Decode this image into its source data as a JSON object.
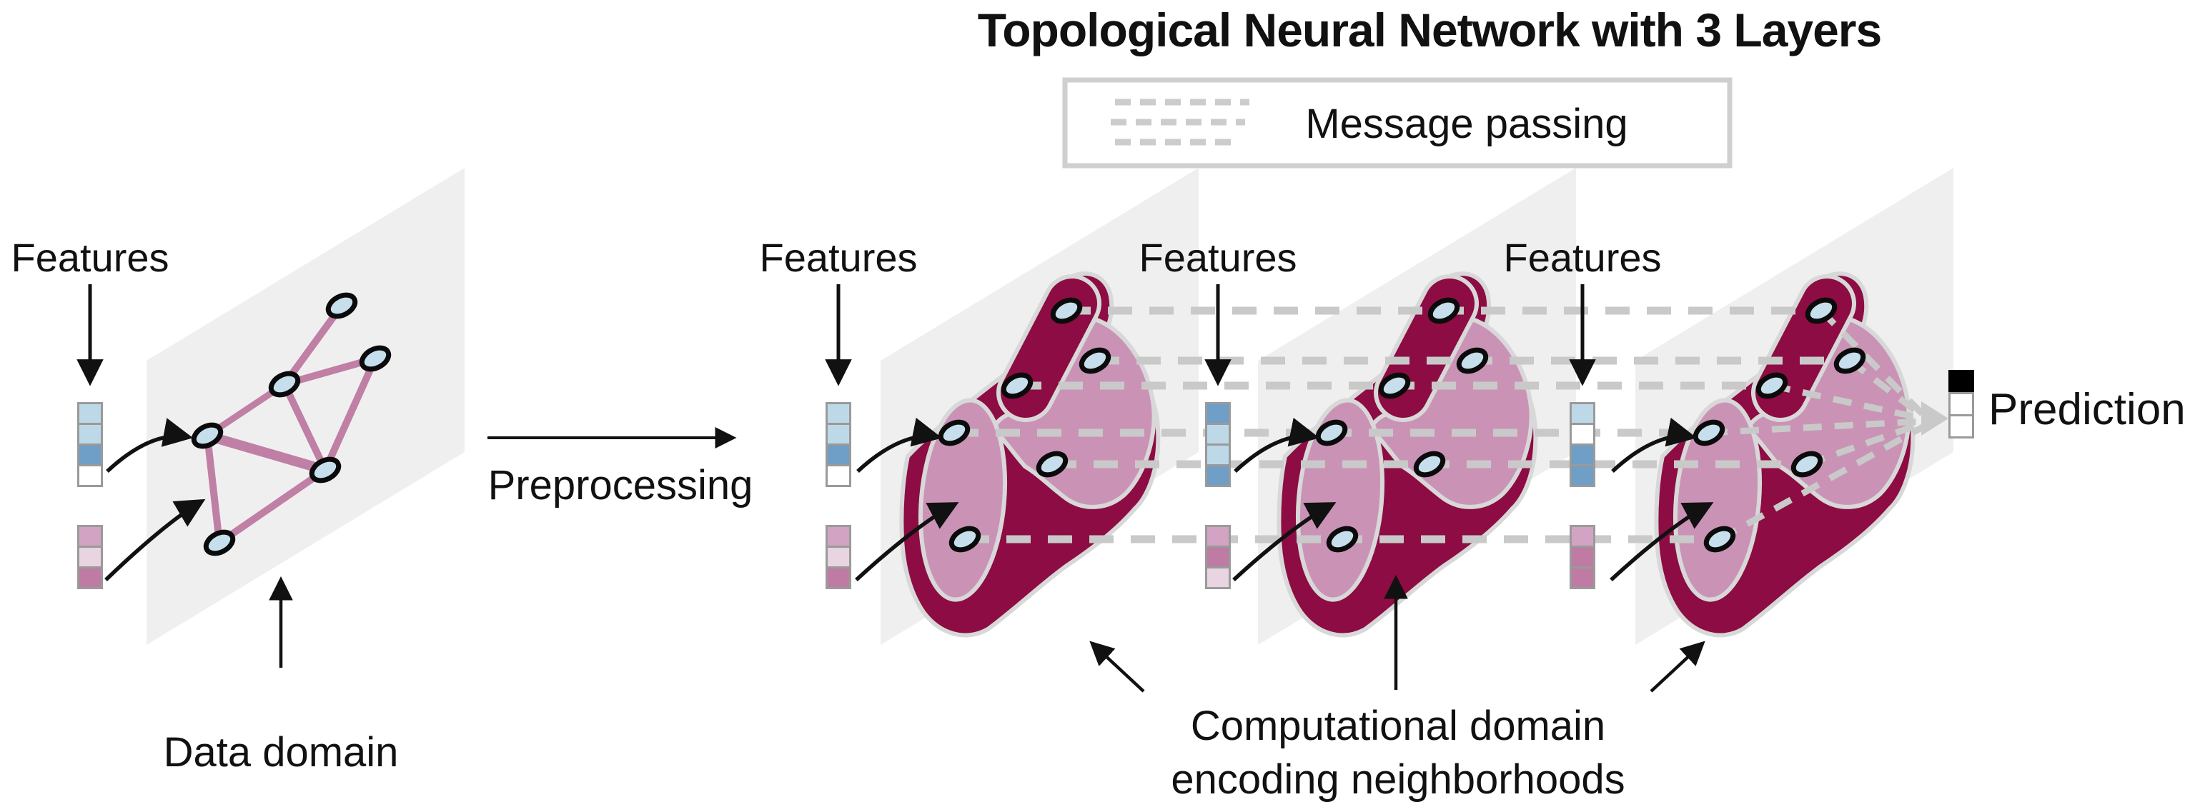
{
  "title": "Topological Neural Network with 3 Layers",
  "legend": {
    "label": "Message passing"
  },
  "labels": {
    "features": "Features",
    "preprocessing": "Preprocessing",
    "data_domain": "Data domain",
    "computational_line1": "Computational domain",
    "computational_line2": "encoding neighborhoods",
    "prediction": "Prediction"
  },
  "network": {
    "num_layers": 3,
    "nodes_per_domain": 6,
    "message_passing_lines": 6
  },
  "colors": {
    "maroon_blob": "#8c0c43",
    "pink_blob": "#ca93b6",
    "node_blue": "#c7dfed",
    "plane_gray": "#f0eff0",
    "dash_gray": "#c9c9c9",
    "graph_edge": "#c07fa4",
    "light_blue": "#bdd8e6",
    "medium_blue": "#6f9ec6",
    "pink": "#d2a3c3",
    "light_pink": "#e9d4e1",
    "dark_pink": "#bf7ba3"
  },
  "feature_stacks": {
    "data_blue": [
      "#bdd8e6",
      "#bdd8e6",
      "#6f9ec6",
      "#ffffff"
    ],
    "data_pink": [
      "#d2a3c3",
      "#e9d4e1",
      "#bf7ba3"
    ],
    "layer1_blue": [
      "#bdd8e6",
      "#bdd8e6",
      "#6f9ec6",
      "#ffffff"
    ],
    "layer1_pink": [
      "#d2a3c3",
      "#e9d4e1",
      "#bf7ba3"
    ],
    "layer2_blue": [
      "#6f9ec6",
      "#bdd8e6",
      "#bdd8e6",
      "#6f9ec6"
    ],
    "layer2_pink": [
      "#d2a3c3",
      "#bf7ba3",
      "#e9d4e1"
    ],
    "layer3_blue": [
      "#bdd8e6",
      "#ffffff",
      "#6f9ec6",
      "#6f9ec6"
    ],
    "layer3_pink": [
      "#d2a3c3",
      "#bf7ba3",
      "#bf7ba3"
    ],
    "prediction": [
      "#000000",
      "#ffffff",
      "#ffffff"
    ]
  }
}
